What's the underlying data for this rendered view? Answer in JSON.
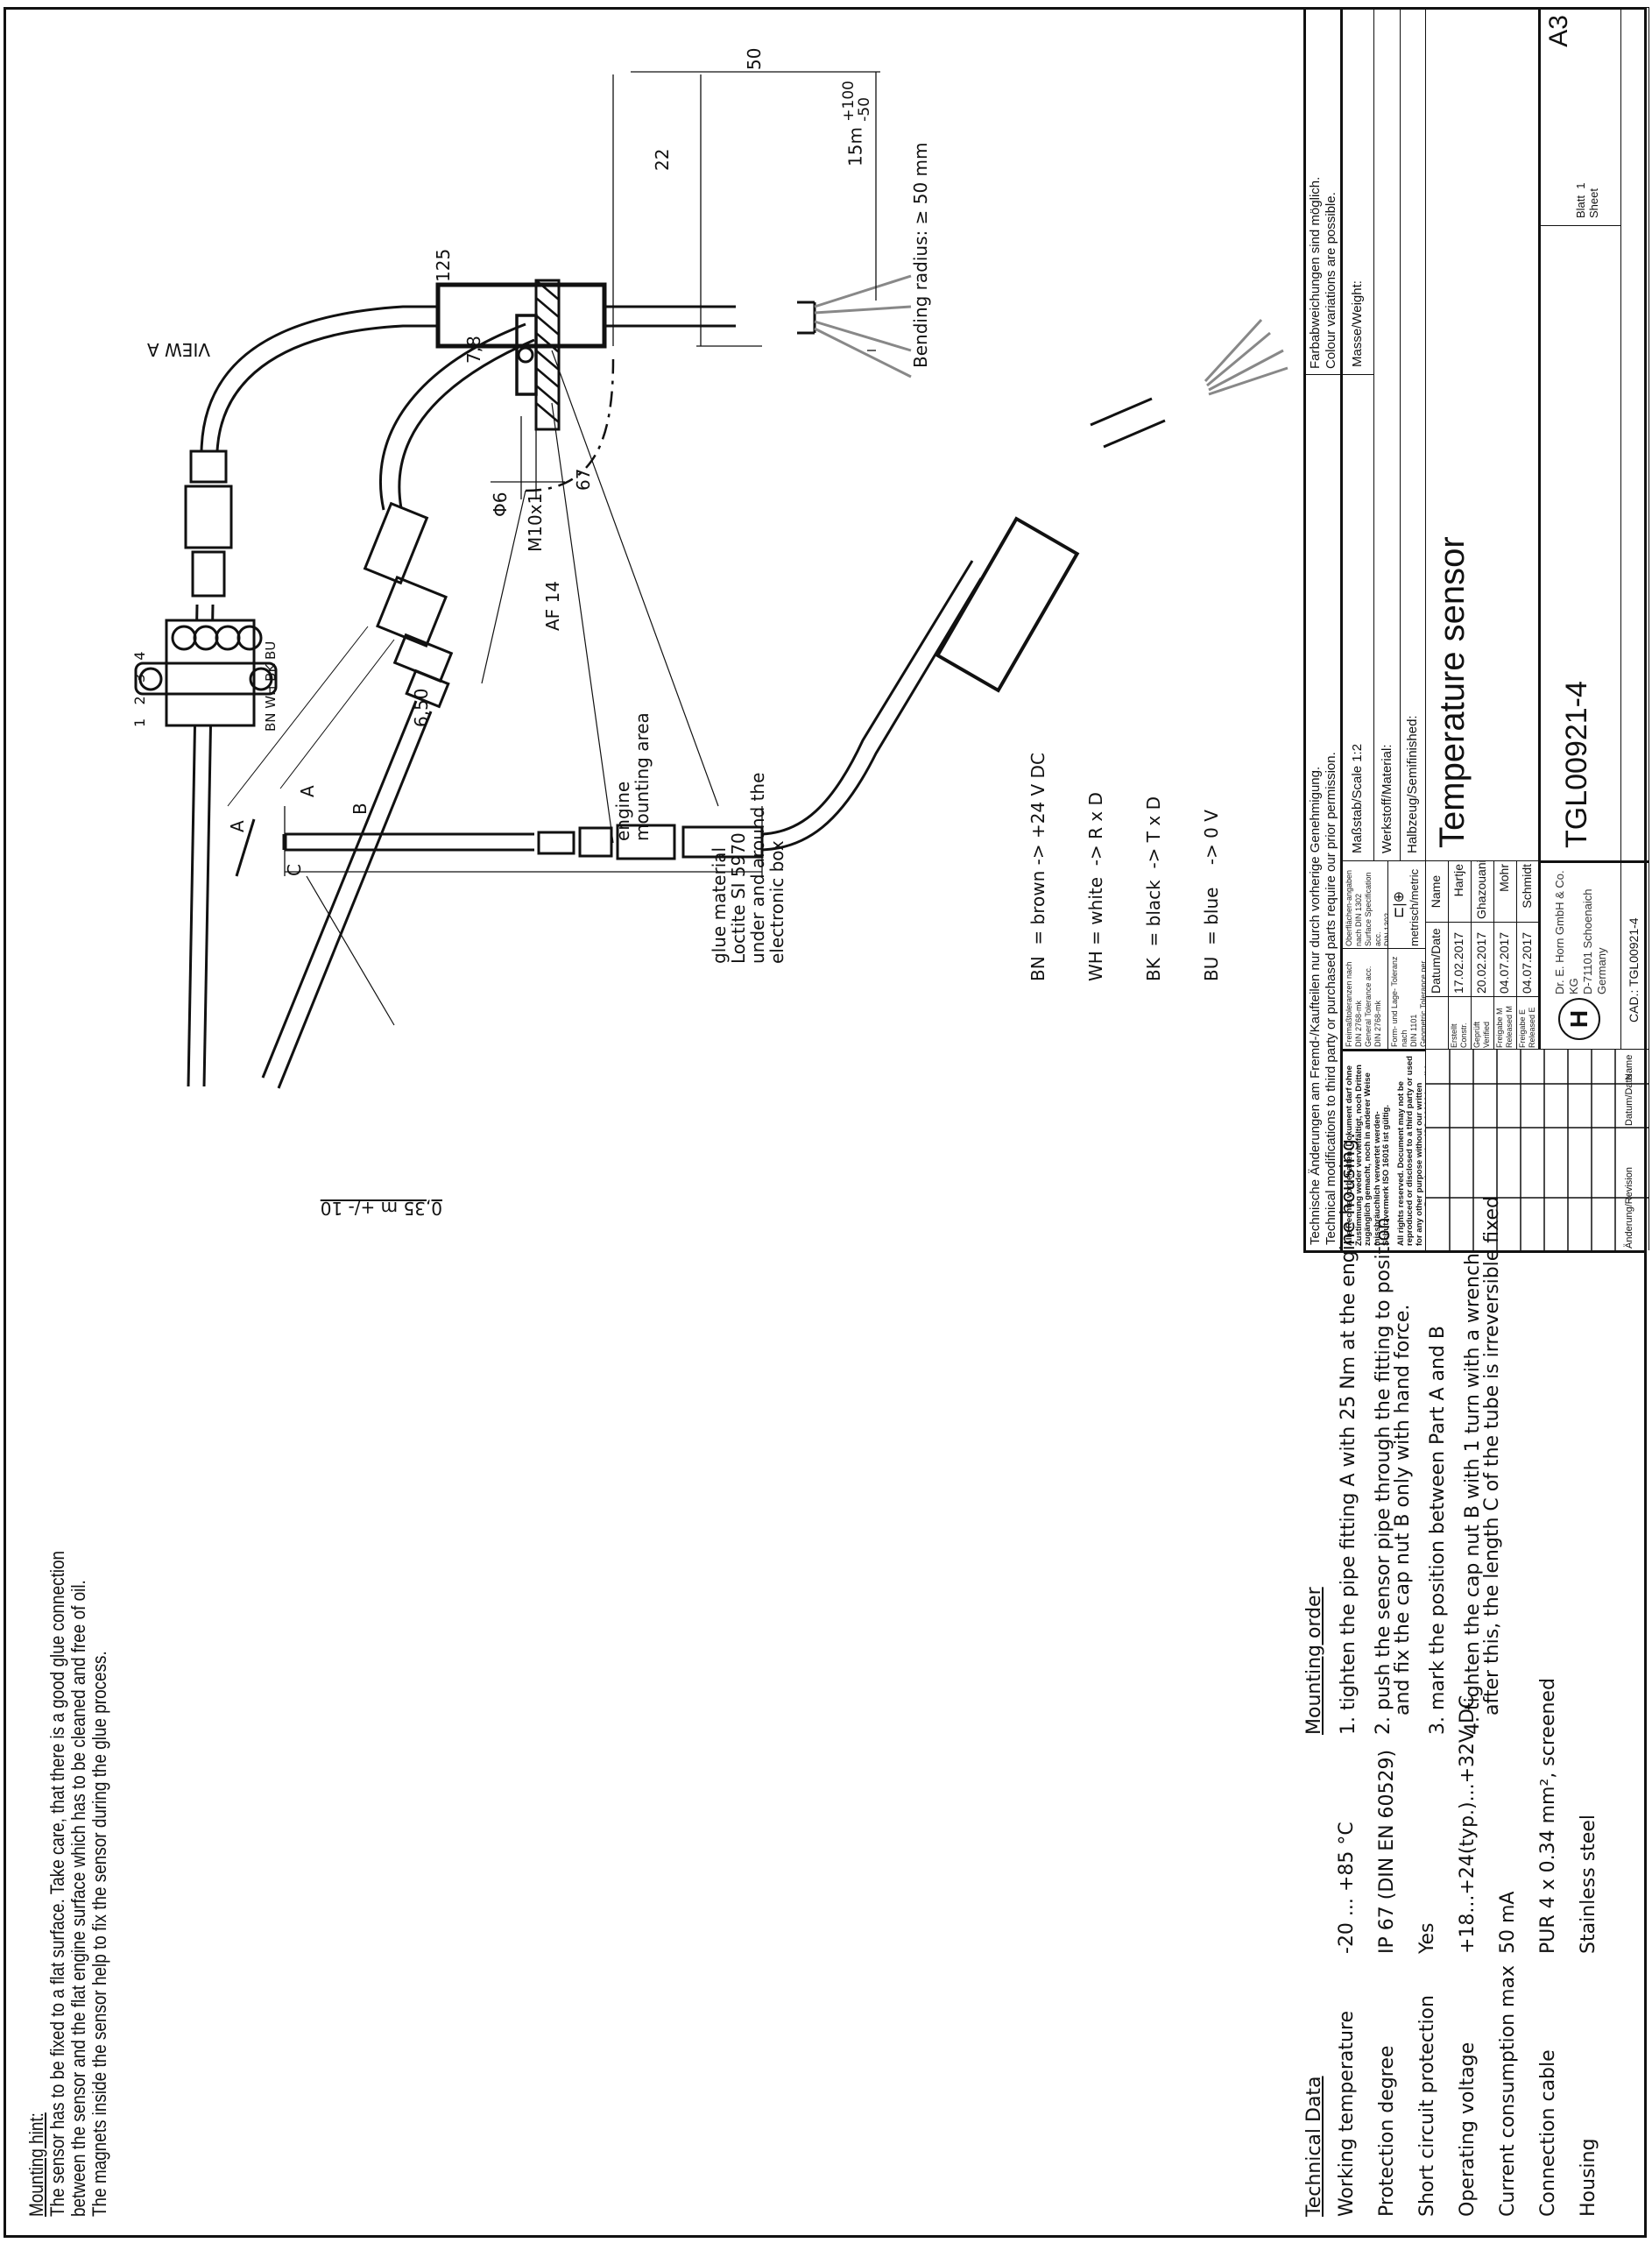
{
  "mounting_hint": {
    "title": "Mounting hint:",
    "lines": [
      "The sensor has to be fixed to a flat surface. Take care, that there is a good glue connection",
      "between the sensor and the flat engine surface which has to be cleaned and free of oil.",
      "The magnets inside the sensor help to fix the sensor during the glue process."
    ]
  },
  "technical_data": {
    "title": "Technical Data",
    "rows": [
      {
        "label": "Working temperature",
        "value": "-20 ... +85 °C"
      },
      {
        "label": "Protection degree",
        "value": "IP 67 (DIN EN 60529)"
      },
      {
        "label": "Short circuit protection",
        "value": "Yes"
      },
      {
        "label": "Operating voltage",
        "value": "+18...+24(typ.)...+32V DC"
      },
      {
        "label": "Current consumption max",
        "value": "50 mA"
      },
      {
        "label": "Connection cable",
        "value": "PUR 4 x 0.34 mm², screened"
      },
      {
        "label": "Housing",
        "value": "Stainless steel"
      }
    ]
  },
  "mounting_order": {
    "title": "Mounting order",
    "steps": [
      {
        "line1": "1. tighten the pipe fitting A with 25 Nm at the engine housing.",
        "line2": ""
      },
      {
        "line1": "2. push the sensor pipe through the fitting to position",
        "line2": "and fix the cap nut B only with hand force."
      },
      {
        "line1": "3. mark the position between Part A and B",
        "line2": ""
      },
      {
        "line1": "4. tighten the cap nut B with 1 turn with a wrench",
        "line2": "after this, the length C of the tube is irreversible fixed"
      }
    ]
  },
  "drawing": {
    "view_a_label": "VIEW A",
    "dim_125": "125",
    "dim_7_8": "7,8",
    "dim_phi6": "Φ6",
    "dim_m10x1": "M10x1",
    "dim_af14": "AF 14",
    "arrow_a": "A",
    "part_a": "A",
    "part_b": "B",
    "dim_c": "C",
    "dim_6_50": "6,50",
    "engine_mounting_area": [
      "engine",
      "mounting area"
    ],
    "glue_material": [
      "glue material",
      "Loctite SI 5970",
      "under and around the",
      "electronic box"
    ],
    "cable_length": "0,35 m +/- 10",
    "dim_67": "67",
    "dim_22": "22",
    "dim_50": "50",
    "dim_15m": "15m",
    "tol_upper": "+100",
    "tol_lower": "-50",
    "bending_radius": "Bending radius: ≥ 50 mm",
    "connector_pins": [
      "1",
      "2",
      "3",
      "4"
    ],
    "connector_wires": "BN WH BK BU",
    "wire_legend": [
      "BN  = brown -> +24 V DC",
      "WH = white  -> R x D",
      "BK  = black  -> T x D",
      "BU  = blue    -> 0 V"
    ]
  },
  "title_block": {
    "mod_notice_de": "Technische Änderungen am Fremd-/Kaufteilen nur durch vorherige Genehmigung.",
    "mod_notice_en": "Technical modifications to third party or purchased parts require our prior permission.",
    "colour_de": "Farbabweichungen sind möglich.",
    "colour_en": "Colour variations are possible.",
    "rights_de": "Alle Rechte vorbehalten. Dokument darf ohne Zustimmung weder vervielfältigt, noch Dritten zugänglich gemacht, noch in anderer Weise missbräuchlich verwertet werden- Schutzvermerk ISO 16016 ist gültig.",
    "rights_en": "All rights reserved. Document may not be reproduced or disclosed to a third party or used for any other purpose without our written consent - Protection notice ISO 16016 is valid.",
    "tol_general": [
      "Freimaßtoleranzen nach",
      "DIN 2768-mk",
      "General Tolerance acc.",
      "DIN 2768-mk"
    ],
    "tol_geometric": [
      "Form- und Lage- Toleranz nach",
      "DIN 1101",
      "Geometric Tolerance per DIN 1101"
    ],
    "surface_spec": [
      "Oberflächen-angaben",
      "nach DIN 1302",
      "Surface Specification acc.",
      "DIN 1302"
    ],
    "projection": "metrisch/metric",
    "scale": "Maßstab/Scale 1:2",
    "weight": "Masse/Weight:",
    "material": "Werkstoff/Material:",
    "semifinished": "Halbzeug/Semifinished:",
    "title": "Temperature sensor",
    "drawing_number": "TGL00921-4",
    "cad": "CAD.: TGL00921-4",
    "format": "A3",
    "sheet_label_de": "Blatt",
    "sheet_label_en": "Sheet",
    "sheet_number": "1",
    "header_date": "Datum/Date",
    "header_name": "Name",
    "approvals": [
      {
        "role_de": "Erstellt",
        "role_en": "Constr.",
        "date": "17.02.2017",
        "name": "Hartje"
      },
      {
        "role_de": "Geprüft",
        "role_en": "Verified",
        "date": "20.02.2017",
        "name": "Ghazouani"
      },
      {
        "role_de": "Freigabe M",
        "role_en": "Released M",
        "date": "04.07.2017",
        "name": "Mohr"
      },
      {
        "role_de": "Freigabe E",
        "role_en": "Released E",
        "date": "04.07.2017",
        "name": "Schmidt"
      }
    ],
    "company": [
      "Dr. E. Horn GmbH & Co. KG",
      "D-71101 Schoenaich",
      "Germany"
    ],
    "revision_headers": {
      "revision": "Änderung/Revision",
      "date": "Datum/Date",
      "name": "Name"
    }
  }
}
